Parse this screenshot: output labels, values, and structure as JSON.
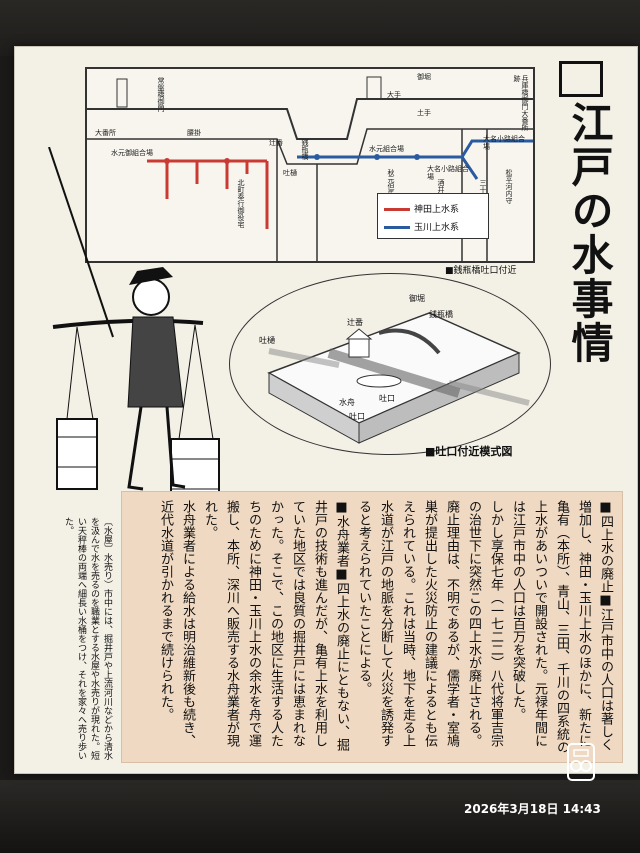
{
  "title": "江戸の水事情",
  "map": {
    "labels": [
      {
        "id": "gofuku",
        "text": "御堀"
      },
      {
        "id": "hyogu",
        "text": "兵庫橋御門大番所跡"
      },
      {
        "id": "tsuneban",
        "text": "常盤橋御門"
      },
      {
        "id": "oban",
        "text": "大番所"
      },
      {
        "id": "koshikake",
        "text": "腰掛"
      },
      {
        "id": "suimon",
        "text": "水元御組合場"
      },
      {
        "id": "zenigame",
        "text": "銭瓶橋"
      },
      {
        "id": "otemon",
        "text": "大手"
      },
      {
        "id": "dohashi",
        "text": "土手"
      },
      {
        "id": "suigen",
        "text": "水元組合場"
      },
      {
        "id": "daimyo1",
        "text": "大名小路組合場"
      },
      {
        "id": "daimyo2",
        "text": "大名小路組合場"
      },
      {
        "id": "akimoto",
        "text": "秋元但馬守"
      },
      {
        "id": "sakai",
        "text": "酒井雅楽頭"
      },
      {
        "id": "matsudaira",
        "text": "松平河内守"
      },
      {
        "id": "tsujiban",
        "text": "辻番"
      },
      {
        "id": "hokubu",
        "text": "北町奉行御役宅"
      },
      {
        "id": "toi1",
        "text": "吐樋"
      },
      {
        "id": "sanjuroku",
        "text": "三十六丁目二有之"
      }
    ],
    "legend": {
      "kanda": "神田上水系",
      "tamagawa": "玉川上水系"
    },
    "caption": "■銭瓶橋吐口付近",
    "colors": {
      "kanda": "#c83a32",
      "tamagawa": "#2a5aa0"
    }
  },
  "model": {
    "labels": {
      "gohori": "御堀",
      "zenigame": "銭瓶橋",
      "tsujiban": "辻番",
      "toi": "吐樋",
      "toikou1": "吐口",
      "toikou2": "吐口",
      "suibune": "水舟"
    },
    "caption": "■吐口付近模式図"
  },
  "figure_caption": "〔水屋〕水売り）市中には、掘井戸や上流河川などから清水を汲んで水を売るのを職業とする水屋や水売りが現れた。短い天秤棒の両端へ細長い水桶をつけ、それを家々へ売り歩いた。",
  "body": {
    "p1": "■四上水の廃止■江戸市中の人口は著しく増加し、神田・玉川上水のほかに、新たに亀有（本所）、青山、三田、千川の四系統の上水があいついで開設された。元禄年間には江戸市中の人口は百万を突破した。",
    "p2": "しかし享保七年（一七二二）八代将軍吉宗の治世下に突然この四上水が廃止される。廃止理由は、不明であるが、儒学者・室鳩巣が提出した火災防止の建議によるとも伝えられている。これは当時、地下を走る上水道が江戸の地脈を分断して火災を誘発すると考えられていたことによる。",
    "p3": "■水舟業者■四上水の廃止にともない、掘井戸の技術も進んだが、亀有上水を利用していた地区では良質の掘井戸には恵まれなかった。そこで、この地区に生活する人たちのために神田・玉川上水の余水を舟で運搬し、本所、深川へ販売する水舟業者が現れた。",
    "p4": "水舟業者による給水は明治維新後も続き、近代水道が引かれるまで続けられた。"
  },
  "timestamp": "2026年3月18日 14:43"
}
